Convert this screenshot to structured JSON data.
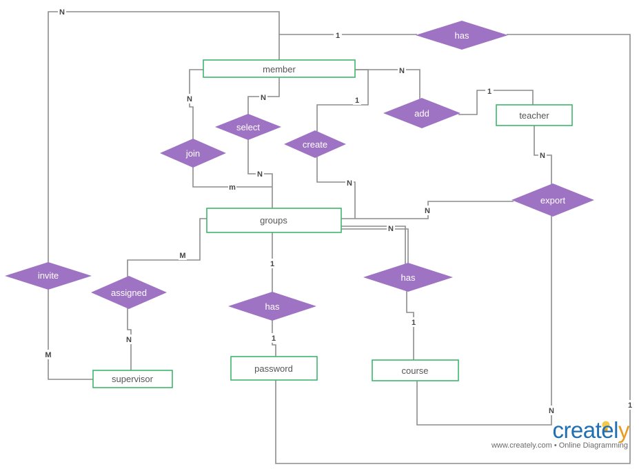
{
  "colors": {
    "entity_border": "#3db56d",
    "relation_fill": "#9f73c4",
    "line": "#8c8c8c"
  },
  "entities": {
    "member": "member",
    "teacher": "teacher",
    "groups": "groups",
    "supervisor": "supervisor",
    "password": "password",
    "course": "course"
  },
  "relationships": {
    "has_top": "has",
    "add": "add",
    "select": "select",
    "create": "create",
    "join": "join",
    "export": "export",
    "invite": "invite",
    "assigned": "assigned",
    "has_password": "has",
    "has_course": "has"
  },
  "cardinalities": {
    "invite_member": "N",
    "has_top_member": "1",
    "has_top_right": "1",
    "member_add": "N",
    "add_teacher": "1",
    "member_join": "N",
    "member_select": "N",
    "member_create": "1",
    "teacher_export": "N",
    "select_groups": "N",
    "join_groups": "m",
    "create_groups": "N",
    "export_groups": "N",
    "groups_has_course": "N",
    "groups_assigned": "M",
    "groups_has_password": "1",
    "has_password_password": "1",
    "has_course_course": "1",
    "assigned_supervisor": "N",
    "invite_supervisor": "M",
    "export_course": "N"
  },
  "branding": {
    "logo_main": "createl",
    "logo_tail": "y",
    "tagline": "www.creately.com • Online Diagramming"
  }
}
